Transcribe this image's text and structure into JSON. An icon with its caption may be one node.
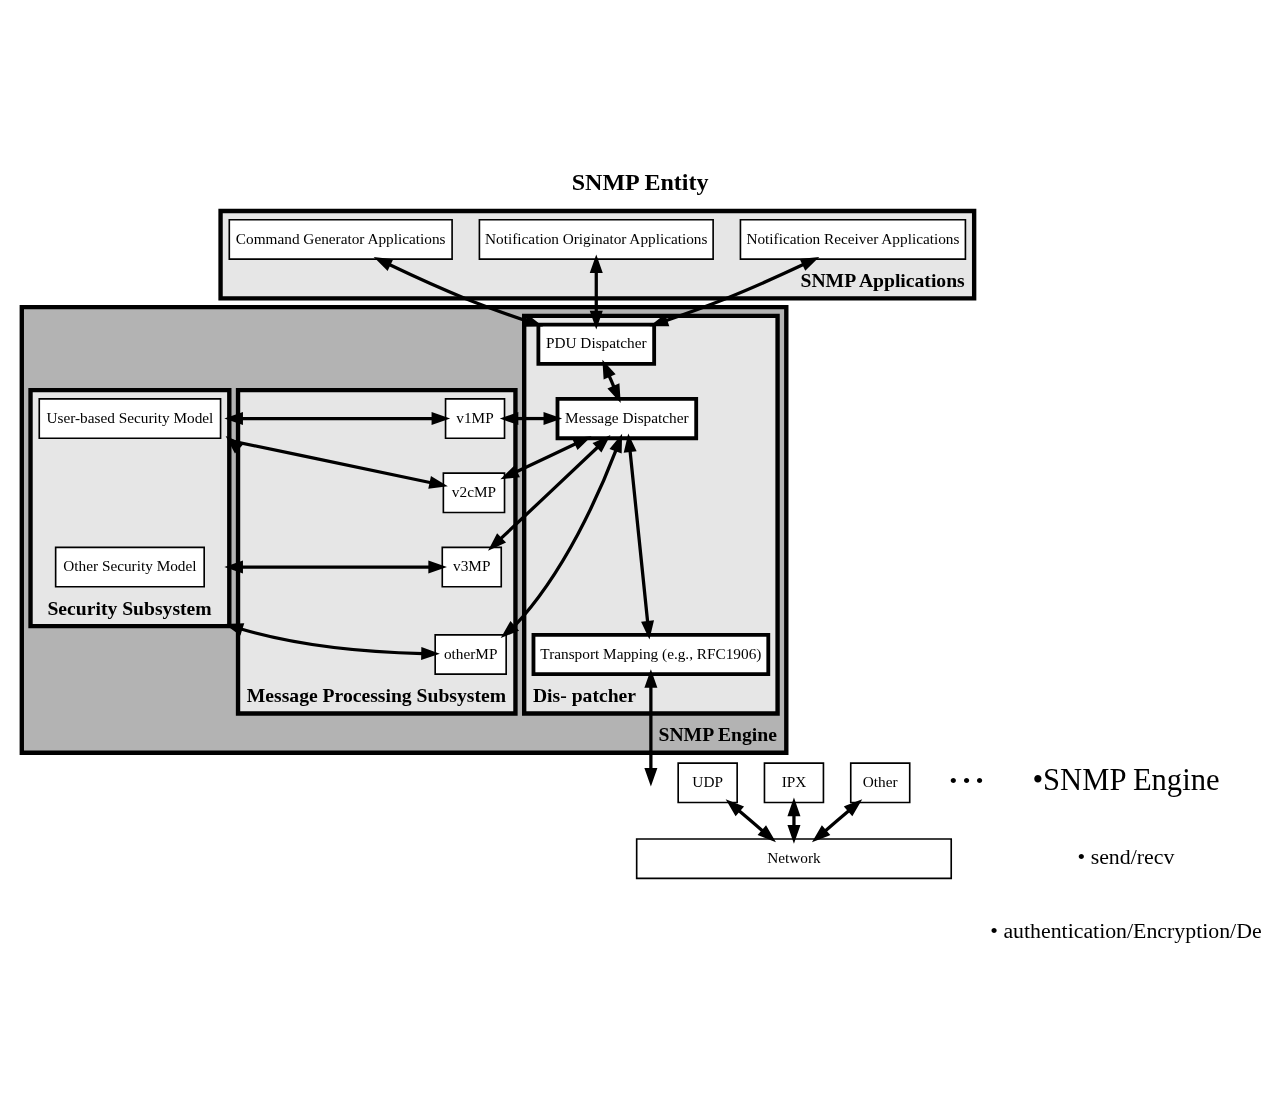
{
  "diagram": {
    "title": "SNMP Entity",
    "nodes": [
      {
        "text": [
          "SNMP Applications"
        ]
      },
      {
        "text": [
          "Command Generator Applications"
        ],
        "in": 0
      },
      {
        "text": [
          "Notification Originator Applications"
        ],
        "in": 0
      },
      {
        "text": [
          "Notification Receiver Applications"
        ],
        "in": 0
      },
      {
        "text": [
          "SNMP Engine"
        ]
      },
      {
        "text": [
          "Dis- patcher"
        ],
        "in": 4
      },
      {
        "text": [
          "PDU Dispatcher"
        ],
        "in": 5
      },
      {
        "text": [
          "Message Dispatcher"
        ],
        "in": 5
      },
      {
        "text": [
          "Transport Mapping (e.g., RFC1906)"
        ],
        "in": 5
      },
      {
        "text": [
          "Message Processing Subsystem"
        ],
        "in": 4
      },
      {
        "text": [
          "v1MP"
        ],
        "in": 9
      },
      {
        "text": [
          "v2cMP"
        ],
        "in": 9
      },
      {
        "text": [
          "v3MP"
        ],
        "in": 9
      },
      {
        "text": [
          "otherMP"
        ],
        "in": 9
      },
      {
        "text": [
          "Security Subsystem"
        ],
        "in": 4
      },
      {
        "text": [
          "User-based Security Model"
        ],
        "in": 14
      },
      {
        "text": [
          "Other Security Model"
        ],
        "in": 14
      },
      {
        "text": [
          "UDP"
        ]
      },
      {
        "text": [
          "IPX"
        ]
      },
      {
        "text": [
          "Other"
        ]
      },
      {
        "text": [
          "Network"
        ]
      }
    ],
    "edges": [
      {
        "from": 6,
        "to": 1,
        "arrow": "both"
      },
      {
        "from": 6,
        "to": 2,
        "arrow": "both"
      },
      {
        "from": 6,
        "to": 3,
        "arrow": "both"
      },
      {
        "from": 6,
        "to": 7,
        "arrow": "both"
      },
      {
        "from": 7,
        "to": 8,
        "arrow": "both"
      },
      {
        "from": 8,
        "to": null,
        "arrow": "both"
      },
      {
        "from": 7,
        "to": 10,
        "arrow": "both"
      },
      {
        "from": 7,
        "to": 11,
        "arrow": "both"
      },
      {
        "from": 7,
        "to": 12,
        "arrow": "both"
      },
      {
        "from": 7,
        "to": 13,
        "arrow": "both"
      },
      {
        "from": 10,
        "to": 14,
        "arrow": "both"
      },
      {
        "from": 11,
        "to": 14,
        "arrow": "both"
      },
      {
        "from": 12,
        "to": 14,
        "arrow": "both"
      },
      {
        "from": 13,
        "to": 14,
        "arrow": "both"
      },
      {
        "from": 17,
        "to": 20,
        "arrow": "both"
      },
      {
        "from": 18,
        "to": 20,
        "arrow": "both"
      },
      {
        "from": 19,
        "to": 20,
        "arrow": "both"
      }
    ],
    "labels": [
      "• • •",
      "•SNMP Engine",
      "• send/recv",
      "• authentication/Encryption/De"
    ]
  }
}
